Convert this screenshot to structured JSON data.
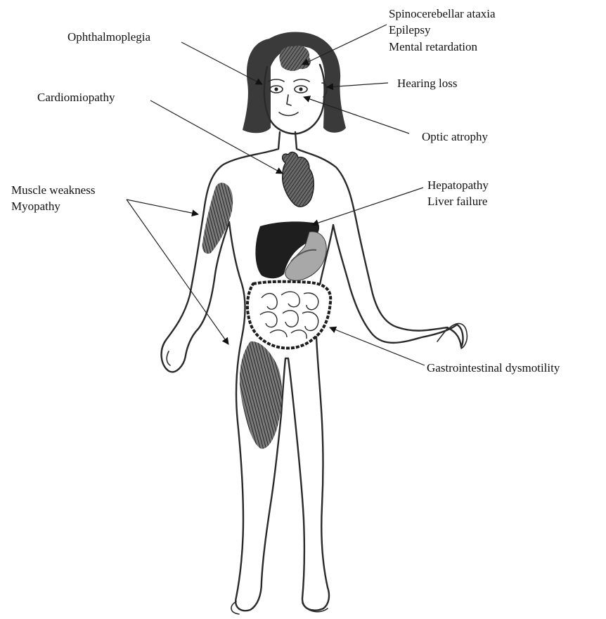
{
  "labels": {
    "brain": [
      "Spinocerebellar ataxia",
      "Epilepsy",
      "Mental retardation"
    ],
    "eyes_muscle": "Ophthalmoplegia",
    "hearing": "Hearing loss",
    "heart": "Cardiomiopathy",
    "optic": "Optic atrophy",
    "muscle": [
      "Muscle weakness",
      "Myopathy"
    ],
    "liver": [
      "Hepatopathy",
      "Liver failure"
    ],
    "gut": "Gastrointestinal dysmotility"
  },
  "colors": {
    "outline": "#2a2a2a",
    "organ_dark": "#1e1e1e",
    "organ_mid": "#6a6a6a",
    "organ_light": "#a8a8a8",
    "hair": "#3a3a3a"
  }
}
